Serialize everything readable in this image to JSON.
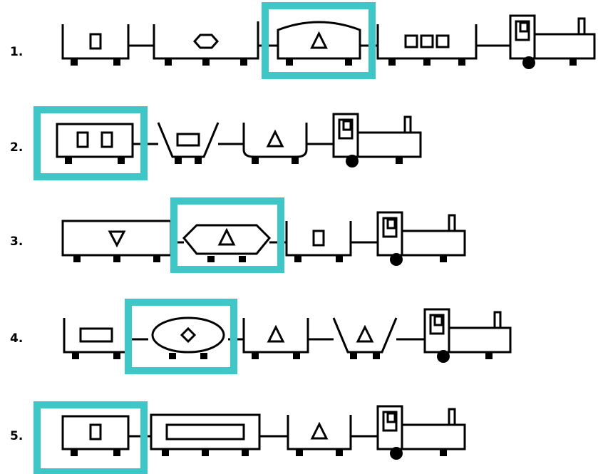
{
  "highlight_color": "#3fc7c7",
  "ink_color": "#000000",
  "rows": [
    {
      "label": "1.",
      "cars": [
        {
          "kind": "open-car",
          "window": "small-rect",
          "highlighted": false
        },
        {
          "kind": "flat-car",
          "window": "hexagon",
          "highlighted": false
        },
        {
          "kind": "arched-car",
          "window": "triangle-up",
          "highlighted": true
        },
        {
          "kind": "open-car",
          "window": "three-squares",
          "highlighted": false
        },
        {
          "kind": "locomotive",
          "highlighted": false
        }
      ]
    },
    {
      "label": "2.",
      "cars": [
        {
          "kind": "box-car",
          "window": "two-rects",
          "highlighted": true
        },
        {
          "kind": "hopper-car",
          "window": "small-box",
          "highlighted": false
        },
        {
          "kind": "bowl-car",
          "window": "triangle-up",
          "highlighted": false
        },
        {
          "kind": "locomotive",
          "highlighted": false
        }
      ]
    },
    {
      "label": "3.",
      "cars": [
        {
          "kind": "long-box-car",
          "window": "triangle-down",
          "highlighted": false
        },
        {
          "kind": "hex-car",
          "window": "triangle-up",
          "highlighted": true
        },
        {
          "kind": "open-car",
          "window": "small-rect",
          "highlighted": false
        },
        {
          "kind": "locomotive",
          "highlighted": false
        }
      ]
    },
    {
      "label": "4.",
      "cars": [
        {
          "kind": "open-car",
          "window": "wide-rect",
          "highlighted": false
        },
        {
          "kind": "oval-car",
          "window": "diamond",
          "highlighted": true
        },
        {
          "kind": "open-car",
          "window": "triangle-up",
          "highlighted": false
        },
        {
          "kind": "hopper-car",
          "window": "triangle-up",
          "highlighted": false
        },
        {
          "kind": "locomotive",
          "highlighted": false
        }
      ]
    },
    {
      "label": "5.",
      "cars": [
        {
          "kind": "box-car",
          "window": "small-rect",
          "highlighted": true
        },
        {
          "kind": "long-box-car",
          "window": "long-rect",
          "highlighted": false
        },
        {
          "kind": "open-car",
          "window": "triangle-up",
          "highlighted": false
        },
        {
          "kind": "locomotive",
          "highlighted": false
        }
      ]
    }
  ]
}
